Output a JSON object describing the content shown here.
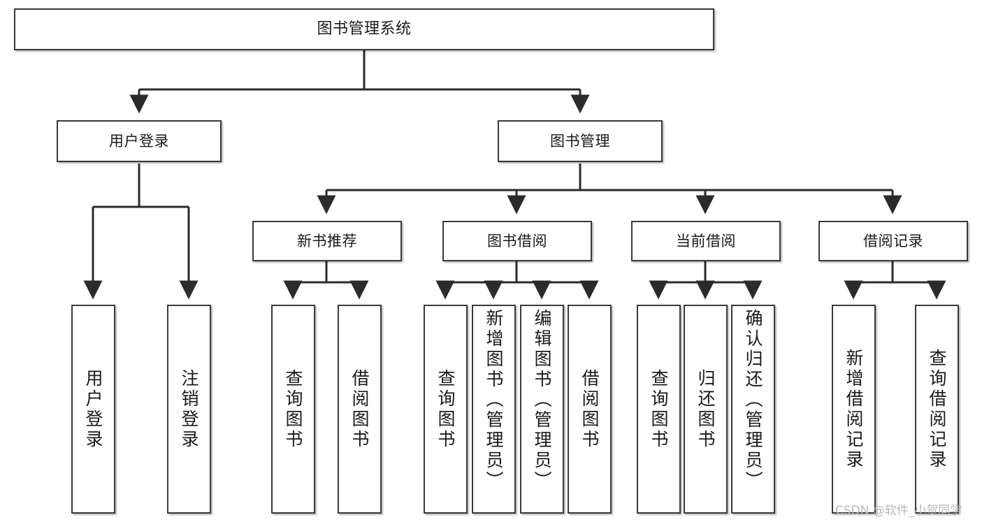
{
  "diagram": {
    "type": "tree",
    "title": "图书管理系统",
    "orientation": "top-down",
    "colors": {
      "background": "#ffffff",
      "box_border": "#3a3a3a",
      "box_fill": "#ffffff",
      "connector": "#2b2b2b",
      "text": "#1a1a1a",
      "watermark": "#b9b9b9"
    }
  },
  "root": {
    "label": "图书管理系统"
  },
  "level2": [
    {
      "id": "user-login",
      "label": "用户登录"
    },
    {
      "id": "book-manage",
      "label": "图书管理"
    }
  ],
  "level3": [
    {
      "id": "new-book-recommend",
      "label": "新书推荐",
      "parent": "book-manage"
    },
    {
      "id": "book-borrow",
      "label": "图书借阅",
      "parent": "book-manage"
    },
    {
      "id": "current-borrow",
      "label": "当前借阅",
      "parent": "book-manage"
    },
    {
      "id": "borrow-record",
      "label": "借阅记录",
      "parent": "book-manage"
    }
  ],
  "leaves": {
    "user_login": [
      {
        "id": "leaf-user-login",
        "label": "用户登录"
      },
      {
        "id": "leaf-logout",
        "label": "注销登录"
      }
    ],
    "new_book_recommend": [
      {
        "id": "leaf-query-book-1",
        "label": "查询图书"
      },
      {
        "id": "leaf-borrow-book-1",
        "label": "借阅图书"
      }
    ],
    "book_borrow": [
      {
        "id": "leaf-query-book-2",
        "label": "查询图书"
      },
      {
        "id": "leaf-add-book",
        "label": "新增图书（管理员）"
      },
      {
        "id": "leaf-edit-book",
        "label": "编辑图书（管理员）"
      },
      {
        "id": "leaf-borrow-book-2",
        "label": "借阅图书"
      }
    ],
    "current_borrow": [
      {
        "id": "leaf-query-book-3",
        "label": "查询图书"
      },
      {
        "id": "leaf-return-book",
        "label": "归还图书"
      },
      {
        "id": "leaf-confirm-return",
        "label": "确认归还（管理员）"
      }
    ],
    "borrow_record": [
      {
        "id": "leaf-add-record",
        "label": "新增借阅记录"
      },
      {
        "id": "leaf-query-record",
        "label": "查询借阅记录"
      }
    ]
  },
  "watermark": {
    "text": "CSDN @软件_小贺同学"
  }
}
